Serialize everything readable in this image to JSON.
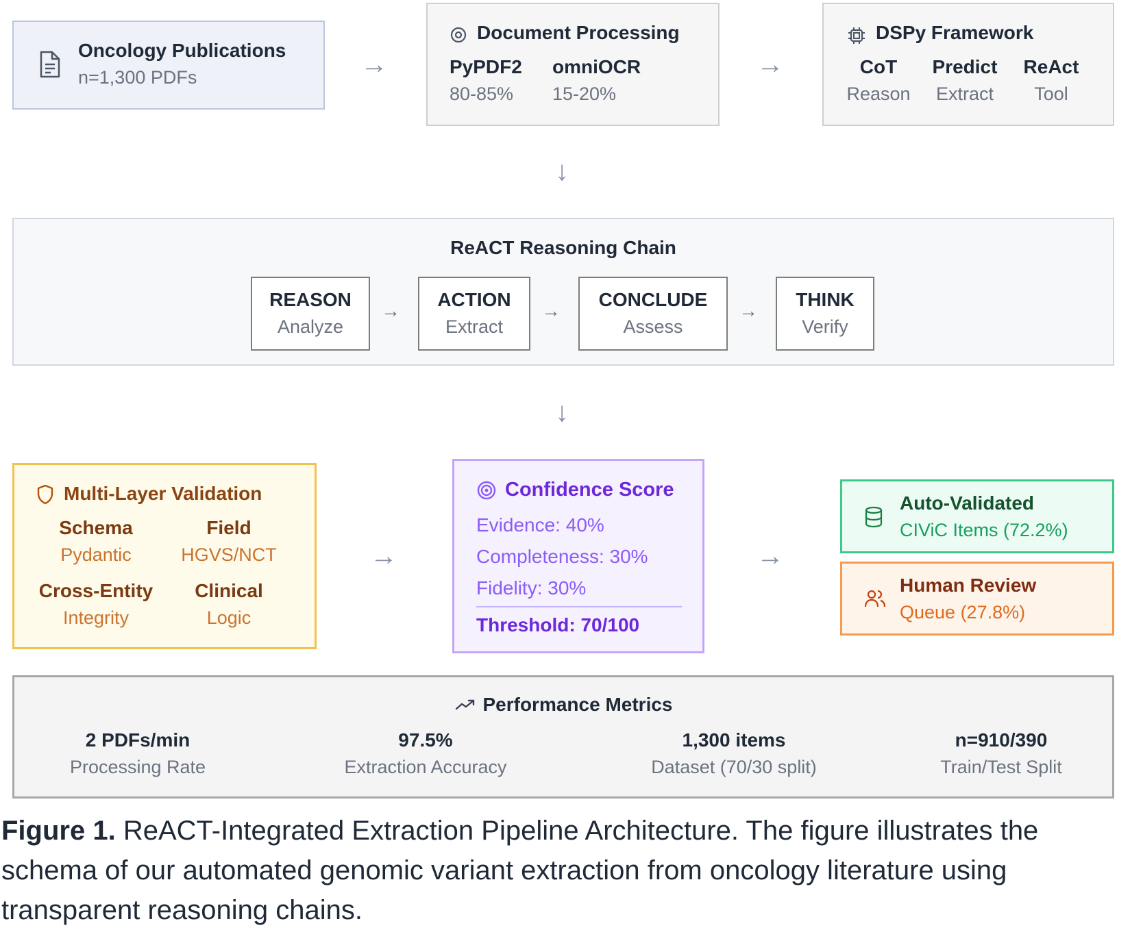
{
  "sources": {
    "title": "Oncology Publications",
    "subtitle": "n=1,300 PDFs",
    "icon": "document-icon"
  },
  "doc_processing": {
    "title": "Document Processing",
    "icon": "gear-icon",
    "columns": [
      {
        "name": "PyPDF2",
        "value": "80-85%"
      },
      {
        "name": "omniOCR",
        "value": "15-20%"
      }
    ]
  },
  "dspy": {
    "title": "DSPy Framework",
    "icon": "chip-icon",
    "columns": [
      {
        "name": "CoT",
        "value": "Reason"
      },
      {
        "name": "Predict",
        "value": "Extract"
      },
      {
        "name": "ReAct",
        "value": "Tool"
      }
    ]
  },
  "react_chain": {
    "title": "ReACT Reasoning Chain",
    "steps": [
      {
        "name": "REASON",
        "sub": "Analyze"
      },
      {
        "name": "ACTION",
        "sub": "Extract"
      },
      {
        "name": "CONCLUDE",
        "sub": "Assess"
      },
      {
        "name": "THINK",
        "sub": "Verify"
      }
    ]
  },
  "validation": {
    "title": "Multi-Layer Validation",
    "icon": "shield-icon",
    "items": [
      {
        "name": "Schema",
        "sub": "Pydantic"
      },
      {
        "name": "Field",
        "sub": "HGVS/NCT"
      },
      {
        "name": "Cross-Entity",
        "sub": "Integrity"
      },
      {
        "name": "Clinical",
        "sub": "Logic"
      }
    ]
  },
  "confidence": {
    "title": "Confidence Score",
    "icon": "target-icon",
    "lines": [
      "Evidence: 40%",
      "Completeness: 30%",
      "Fidelity: 30%"
    ],
    "threshold": "Threshold: 70/100"
  },
  "outcomes": {
    "auto": {
      "title": "Auto-Validated",
      "sub": "CIViC Items (72.2%)",
      "icon": "database-icon"
    },
    "human": {
      "title": "Human Review",
      "sub": "Queue (27.8%)",
      "icon": "users-icon"
    }
  },
  "metrics": {
    "title": "Performance Metrics",
    "icon": "trending-up-icon",
    "items": [
      {
        "value": "2 PDFs/min",
        "label": "Processing Rate"
      },
      {
        "value": "97.5%",
        "label": "Extraction Accuracy"
      },
      {
        "value": "1,300 items",
        "label": "Dataset (70/30 split)"
      },
      {
        "value": "n=910/390",
        "label": "Train/Test Split"
      }
    ]
  },
  "arrows": {
    "right": "→",
    "down": "↓"
  },
  "caption": {
    "label": "Figure 1.",
    "text": " ReACT-Integrated Extraction Pipeline Architecture. The figure illustrates the schema of our automated genomic variant extraction from oncology literature using transparent reasoning chains."
  },
  "colors": {
    "validation_border": "#f2c14e",
    "confidence_border": "#c4a6f7",
    "auto_border": "#3ec98a",
    "human_border": "#f59a4f"
  }
}
